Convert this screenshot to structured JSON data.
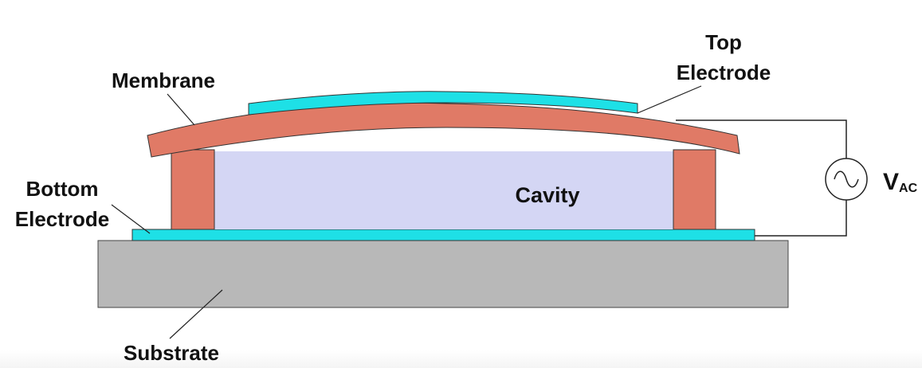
{
  "labels": {
    "membrane": "Membrane",
    "top_electrode_line1": "Top",
    "top_electrode_line2": "Electrode",
    "bottom_electrode_line1": "Bottom",
    "bottom_electrode_line2": "Electrode",
    "cavity": "Cavity",
    "substrate": "Substrate",
    "voltage_main": "V",
    "voltage_sub": "AC"
  },
  "colors": {
    "membrane": "#e07a66",
    "electrode": "#1ee0e6",
    "cavity": "#d4d6f4",
    "substrate": "#b8b8b8",
    "outline": "#333333"
  },
  "icons": {
    "ac_source": "ac-source-icon"
  }
}
